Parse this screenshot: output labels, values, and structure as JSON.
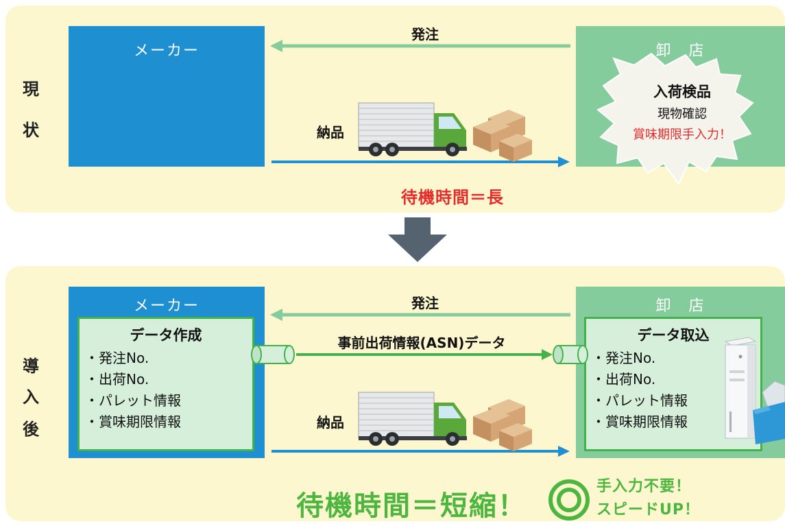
{
  "current": {
    "side_label": [
      "現",
      "状"
    ],
    "maker_title": "メーカー",
    "wholesaler_title": "卸　店",
    "order_label": "発注",
    "delivery_label": "納品",
    "inspection": {
      "title": "入荷検品",
      "line1": "現物確認",
      "line2": "賞味期限手入力！"
    },
    "wait_text": "待機時間＝長"
  },
  "after": {
    "side_label": [
      "導",
      "入",
      "後"
    ],
    "maker_title": "メーカー",
    "wholesaler_title": "卸　店",
    "order_label": "発注",
    "asn_label": "事前出荷情報(ASN)データ",
    "delivery_label": "納品",
    "maker_box": {
      "title": "データ作成",
      "items": [
        "・発注No.",
        "・出荷No.",
        "・パレット情報",
        "・賞味期限情報"
      ]
    },
    "wholesaler_box": {
      "title": "データ取込",
      "items": [
        "・発注No.",
        "・出荷No.",
        "・パレット情報",
        "・賞味期限情報"
      ]
    },
    "wait_text": "待機時間＝短縮！",
    "promo_line1": "手入力不要！",
    "promo_line2": "スピードUP！"
  },
  "colors": {
    "panel_bg": "#fdf7cf",
    "maker_blue": "#1e8fd1",
    "wholesaler_green": "#84cc9b",
    "order_arrow": "#84cc9b",
    "delivery_arrow": "#1e8fd1",
    "asn_arrow": "#43b24b",
    "alert_red": "#e52b2b",
    "highlight_green": "#4db63f",
    "down_arrow": "#556270"
  }
}
